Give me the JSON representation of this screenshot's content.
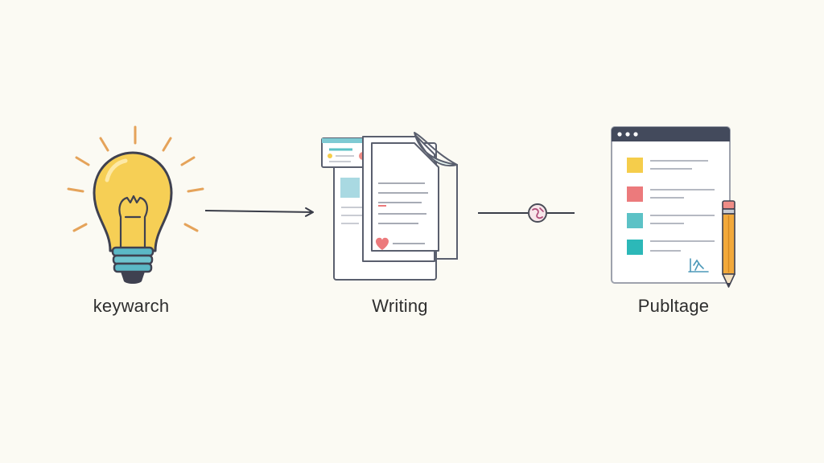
{
  "steps": [
    {
      "label": "keywarch",
      "icon": "lightbulb-icon"
    },
    {
      "label": "Writing",
      "icon": "documents-icon"
    },
    {
      "label": "Publtage",
      "icon": "browser-window-icon"
    }
  ],
  "connectors": [
    "arrow-right",
    "line-with-link-node"
  ],
  "colors": {
    "background": "#fbfaf3",
    "outline": "#4a5060",
    "bulb": "#f6cf55",
    "rays": "#e5a35a",
    "base": "#5bb8c6",
    "accent_yellow": "#f5cd4b",
    "accent_red": "#ec7a7c",
    "accent_teal": "#5cc2c6",
    "pencil": "#f2a93b"
  }
}
